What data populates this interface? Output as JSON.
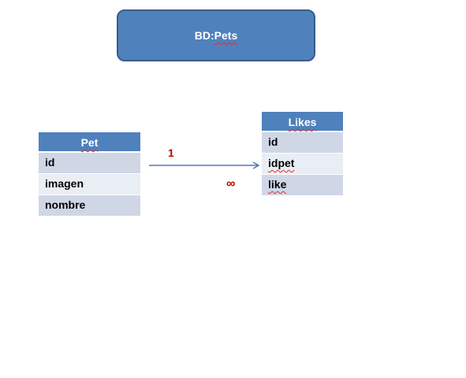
{
  "title": {
    "prefix": "BD: ",
    "name": "Pets"
  },
  "tables": {
    "pet": {
      "name": "Pet",
      "fields": [
        "id",
        "imagen",
        "nombre"
      ]
    },
    "likes": {
      "name": "Likes",
      "fields": [
        "id",
        "idpet",
        "like"
      ]
    }
  },
  "relationship": {
    "from": "Pet",
    "to": "Likes",
    "from_cardinality": "1",
    "to_cardinality": "∞"
  },
  "colors": {
    "header": "#4f81bd",
    "row_dark": "#cfd7e6",
    "row_light": "#e9edf4",
    "cardinality": "#c00000"
  }
}
